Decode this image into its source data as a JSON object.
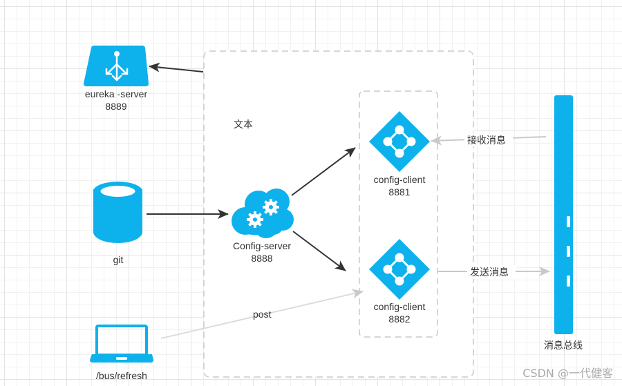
{
  "colors": {
    "node_fill": "#0db1ec",
    "arrow_dark": "#333333",
    "arrow_light": "#cccccc",
    "group_border": "#c8c8c8"
  },
  "groups": {
    "outer_label": "文本"
  },
  "nodes": {
    "eureka": {
      "name": "eureka -server",
      "port": "8889",
      "icon": "load-balancer-icon"
    },
    "git": {
      "name": "git",
      "icon": "database-cylinder-icon"
    },
    "config_server": {
      "name": "Config-server",
      "port": "8888",
      "icon": "cloud-gears-icon"
    },
    "client1": {
      "name": "config-client",
      "port": "8881",
      "icon": "network-diamond-icon"
    },
    "client2": {
      "name": "config-client",
      "port": "8882",
      "icon": "network-diamond-icon"
    },
    "bus": {
      "name": "消息总线",
      "icon": "message-bus-icon"
    },
    "laptop": {
      "name": "/bus/refresh",
      "icon": "laptop-icon"
    }
  },
  "edges": {
    "receive": "接收消息",
    "send": "发送消息",
    "post": "post"
  },
  "watermark": "CSDN @一代健客"
}
